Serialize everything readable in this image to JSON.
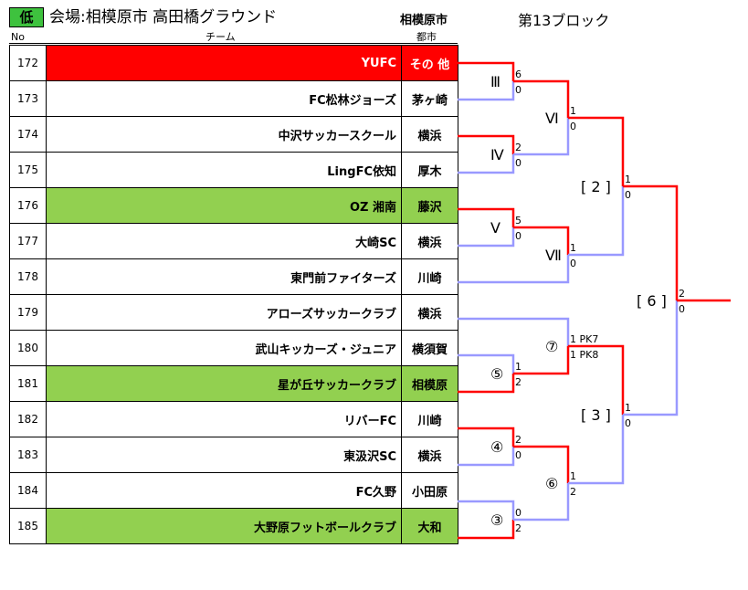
{
  "header": {
    "grade": "低",
    "venue": "会場:相模原市  高田橋グラウンド",
    "host_city": "相模原市",
    "block": "第13ブロック"
  },
  "columns": {
    "no": "No",
    "team": "チーム",
    "city": "都市"
  },
  "colors": {
    "winner": "#ff0000",
    "loser": "#9999ff",
    "highlight": "#92d050"
  },
  "teams": [
    {
      "no": "172",
      "name": "YUFC",
      "city": "その 他",
      "style": "red"
    },
    {
      "no": "173",
      "name": "FC松林ジョーズ",
      "city": "茅ヶ崎",
      "style": ""
    },
    {
      "no": "174",
      "name": "中沢サッカースクール",
      "city": "横浜",
      "style": ""
    },
    {
      "no": "175",
      "name": "LingFC依知",
      "city": "厚木",
      "style": ""
    },
    {
      "no": "176",
      "name": "OZ 湘南",
      "city": "藤沢",
      "style": "green"
    },
    {
      "no": "177",
      "name": "大崎SC",
      "city": "横浜",
      "style": ""
    },
    {
      "no": "178",
      "name": "東門前ファイターズ",
      "city": "川崎",
      "style": ""
    },
    {
      "no": "179",
      "name": "アローズサッカークラブ",
      "city": "横浜",
      "style": ""
    },
    {
      "no": "180",
      "name": "武山キッカーズ・ジュニア",
      "city": "横須賀",
      "style": ""
    },
    {
      "no": "181",
      "name": "星が丘サッカークラブ",
      "city": "相模原",
      "style": "green"
    },
    {
      "no": "182",
      "name": "リバーFC",
      "city": "川崎",
      "style": ""
    },
    {
      "no": "183",
      "name": "東汲沢SC",
      "city": "横浜",
      "style": ""
    },
    {
      "no": "184",
      "name": "FC久野",
      "city": "小田原",
      "style": ""
    },
    {
      "no": "185",
      "name": "大野原フットボールクラブ",
      "city": "大和",
      "style": "green"
    }
  ],
  "matches": {
    "m3": {
      "label": "Ⅲ",
      "s1": "6",
      "s2": "0"
    },
    "m4": {
      "label": "Ⅳ",
      "s1": "2",
      "s2": "0"
    },
    "m5": {
      "label": "Ⅴ",
      "s1": "5",
      "s2": "0"
    },
    "m6": {
      "label": "Ⅵ",
      "s1": "1",
      "s2": "0"
    },
    "m7": {
      "label": "Ⅶ",
      "s1": "1",
      "s2": "0"
    },
    "c3": {
      "label": "③",
      "s1": "0",
      "s2": "2"
    },
    "c4": {
      "label": "④",
      "s1": "2",
      "s2": "0"
    },
    "c5": {
      "label": "⑤",
      "s1": "1",
      "s2": "2"
    },
    "c6": {
      "label": "⑥",
      "s1": "1",
      "s2": "2"
    },
    "c7": {
      "label": "⑦",
      "s1": "1 PK7",
      "s2": "1 PK8"
    },
    "b2": {
      "label": "[ 2 ]",
      "s1": "1",
      "s2": "0"
    },
    "b3": {
      "label": "[ 3 ]",
      "s1": "1",
      "s2": "0"
    },
    "b6": {
      "label": "[ 6 ]",
      "s1": "2",
      "s2": "0"
    }
  }
}
